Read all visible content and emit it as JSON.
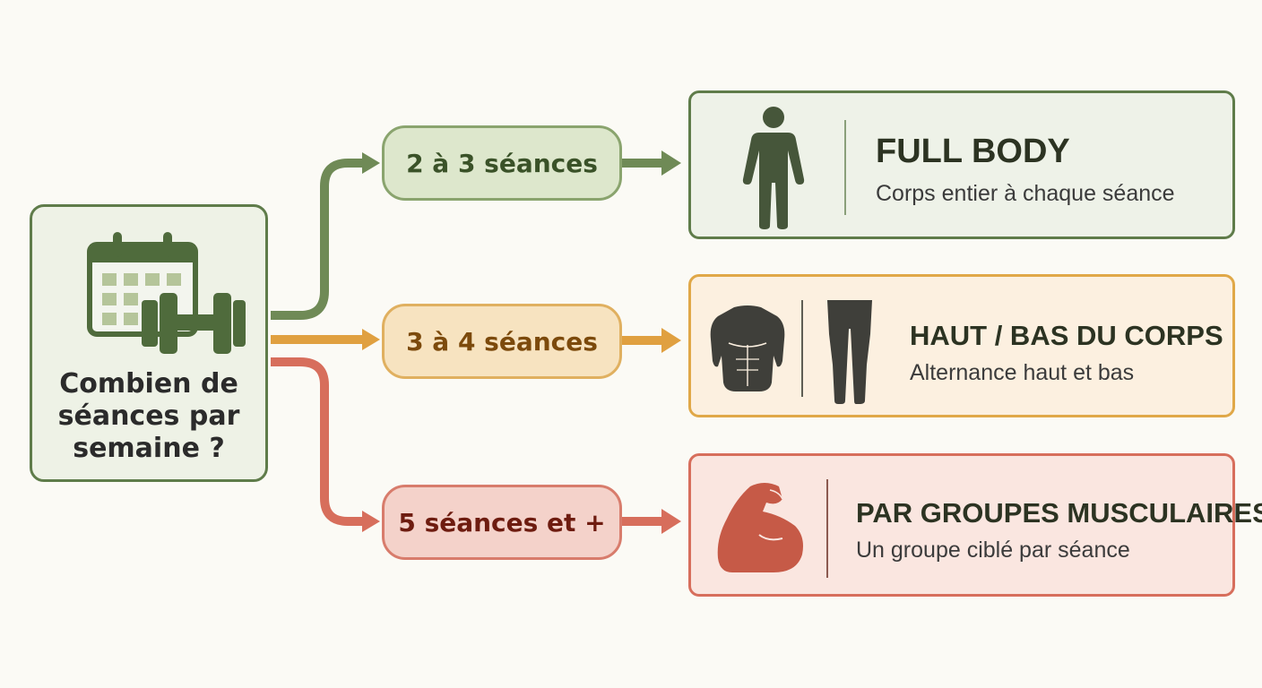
{
  "question": {
    "line1": "Combien de",
    "line2": "séances par",
    "line3": "semaine ?"
  },
  "colors": {
    "green": "#5f7c4a",
    "yellow": "#e0a848",
    "red": "#d76e5c",
    "background": "#fbfaf5"
  },
  "branches": [
    {
      "frequency": "2 à 3 séances",
      "title": "FULL BODY",
      "description": "Corps entier à chaque séance",
      "icons": [
        "full-body-figure-icon"
      ]
    },
    {
      "frequency": "3 à 4 séances",
      "title": "HAUT / BAS DU CORPS",
      "description": "Alternance haut et bas",
      "icons": [
        "upper-torso-icon",
        "legs-icon"
      ]
    },
    {
      "frequency": "5 séances et +",
      "title": "PAR GROUPES MUSCULAIRES",
      "description": "Un groupe ciblé par séance",
      "icons": [
        "flexed-bicep-icon"
      ]
    }
  ],
  "source_icon": "calendar-dumbbell-icon"
}
